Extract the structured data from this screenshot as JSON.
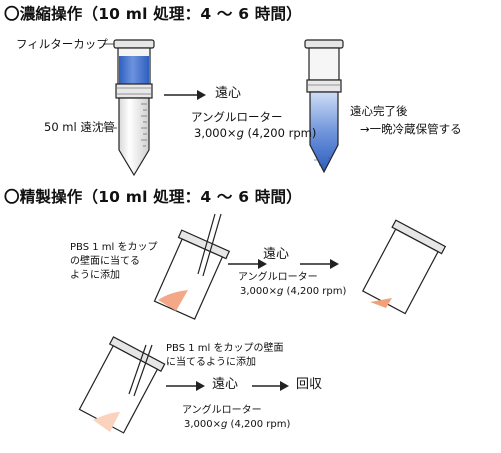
{
  "section1": {
    "heading": "〇濃縮操作（10 ml 処理：4 ～ 6 時間）",
    "filter_cup_label": "フィルターカップ",
    "tube_label": "50 ml 遠沈管",
    "step_label": "遠心",
    "rotor_label": "アングルローター",
    "speed_prefix": "3,000×",
    "speed_g": "g",
    "speed_suffix": " (4,200 rpm)",
    "after_label": "遠心完了後",
    "store_label": "→一晩冷蔵保管する"
  },
  "section2": {
    "heading": "〇精製操作（10 ml 処理：4 ～ 6 時間）",
    "step1": {
      "instruction_lines": [
        "PBS 1 ml をカップ",
        "の壁面に当てる",
        "ように添加"
      ],
      "step_label": "遠心",
      "rotor_label": "アングルローター",
      "speed_prefix": "3,000×",
      "speed_g": "g",
      "speed_suffix": " (4,200 rpm)"
    },
    "step2": {
      "instruction_lines": [
        "PBS 1 ml をカップの壁面",
        "に当てるように添加"
      ],
      "step_label": "遠心",
      "result_label": "回収",
      "rotor_label": "アングルローター",
      "speed_prefix": "3,000×",
      "speed_g": "g",
      "speed_suffix": " (4,200 rpm)"
    }
  },
  "colors": {
    "liquid_blue": "#3f6fc8",
    "liquid_light": "#9db6e6",
    "pellet_orange": "#f2a07a",
    "pellet_pale": "#fbd2be",
    "line": "#222222"
  },
  "icons": [
    "arrow-right-icon",
    "centrifuge-tube-icon",
    "filter-cup-icon",
    "pipette-icon"
  ]
}
